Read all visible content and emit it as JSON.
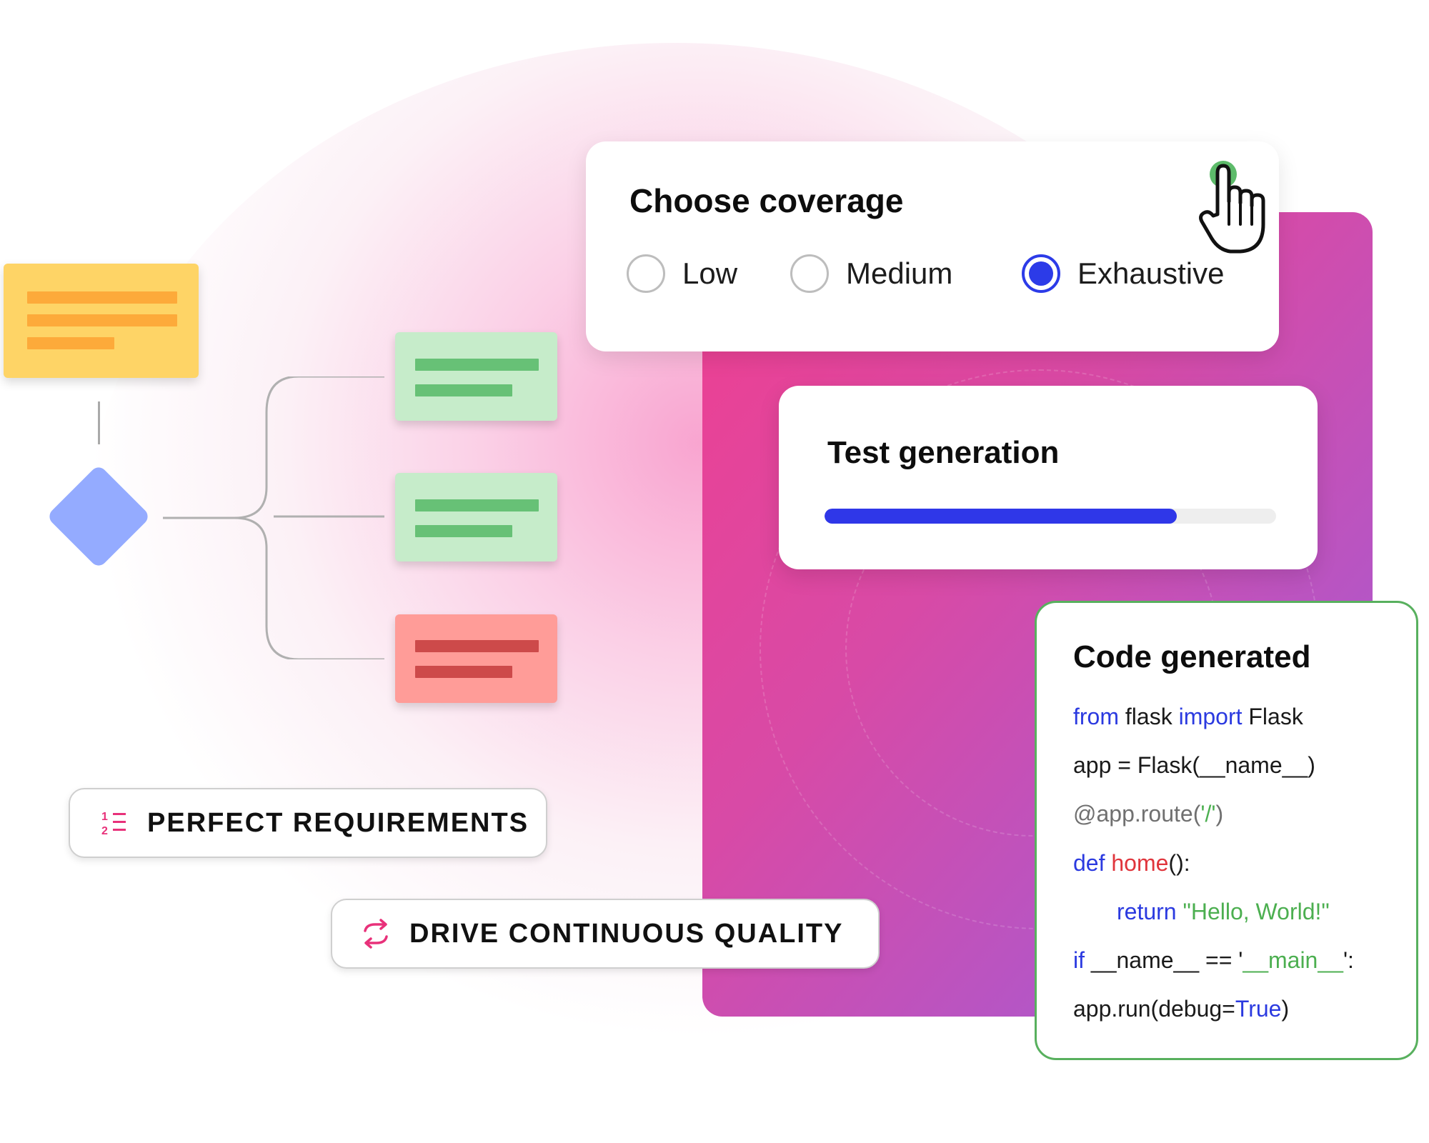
{
  "coverage": {
    "title": "Choose coverage",
    "options": [
      {
        "label": "Low",
        "selected": false
      },
      {
        "label": "Medium",
        "selected": false
      },
      {
        "label": "Exhaustive",
        "selected": true
      }
    ]
  },
  "test_generation": {
    "title": "Test generation",
    "progress": 0.78
  },
  "code_generated": {
    "title": "Code generated",
    "lines": {
      "l1": {
        "a": "from",
        "b": " flask ",
        "c": "import",
        "d": " Flask"
      },
      "l2": {
        "a": "app = Flask(__name__)"
      },
      "l3": {
        "a": "@app.route(",
        "b": "'/'",
        "c": ")"
      },
      "l4": {
        "a": "def",
        "b": " ",
        "c": "home",
        "d": "():"
      },
      "l5": {
        "a": "return",
        "b": " ",
        "c": "\"Hello, World!\""
      },
      "l6": {
        "a": "if",
        "b": " __name__ == '",
        "c": "__main__",
        "d": "':"
      },
      "l7": {
        "a": "app.run(debug=",
        "b": "True",
        "c": ")"
      }
    }
  },
  "pills": {
    "requirements": "PERFECT REQUIREMENTS",
    "quality": "DRIVE CONTINUOUS QUALITY"
  },
  "icons": {
    "list": "numbered-list-icon",
    "cycle": "sync-arrows-icon",
    "cursor": "hand-pointer-icon"
  },
  "colors": {
    "accent_blue": "#2c3be8",
    "panel_pink": "#ef3f90",
    "panel_purple": "#9b5bd0",
    "code_border_green": "#58b05e",
    "icon_pink": "#e8317a",
    "note_yellow": "#fed466",
    "card_green": "#c6ecca",
    "card_red": "#ff9c98",
    "diamond_blue": "#94abff"
  }
}
